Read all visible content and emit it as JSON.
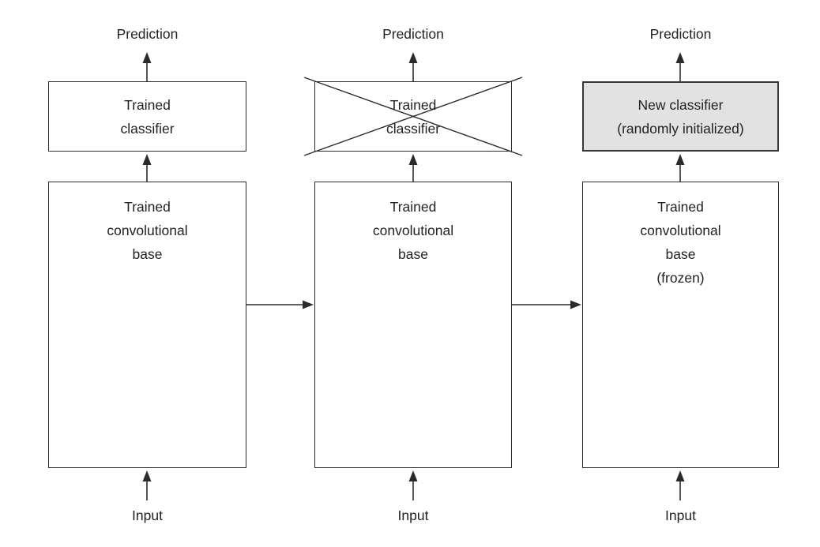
{
  "diagram": {
    "description": "Transfer learning with a pretrained convolutional base: swapping the trained classifier for a new randomly initialized classifier while keeping the convolutional base frozen",
    "colors": {
      "line": "#2b2b2b",
      "text": "#231f20",
      "highlight_fill": "#e2e2e2",
      "background": "#ffffff"
    },
    "columns": [
      {
        "prediction_label": "Prediction",
        "classifier": {
          "line1": "Trained",
          "line2": "classifier",
          "crossed_out": false,
          "highlighted": false
        },
        "base": {
          "line1": "Trained",
          "line2": "convolutional",
          "line3": "base",
          "line4": ""
        },
        "input_label": "Input"
      },
      {
        "prediction_label": "Prediction",
        "classifier": {
          "line1": "Trained",
          "line2": "classifier",
          "crossed_out": true,
          "highlighted": false
        },
        "base": {
          "line1": "Trained",
          "line2": "convolutional",
          "line3": "base",
          "line4": ""
        },
        "input_label": "Input"
      },
      {
        "prediction_label": "Prediction",
        "classifier": {
          "line1": "New classifier",
          "line2": "(randomly initialized)",
          "crossed_out": false,
          "highlighted": true
        },
        "base": {
          "line1": "Trained",
          "line2": "convolutional",
          "line3": "base",
          "line4": "(frozen)"
        },
        "input_label": "Input"
      }
    ]
  }
}
